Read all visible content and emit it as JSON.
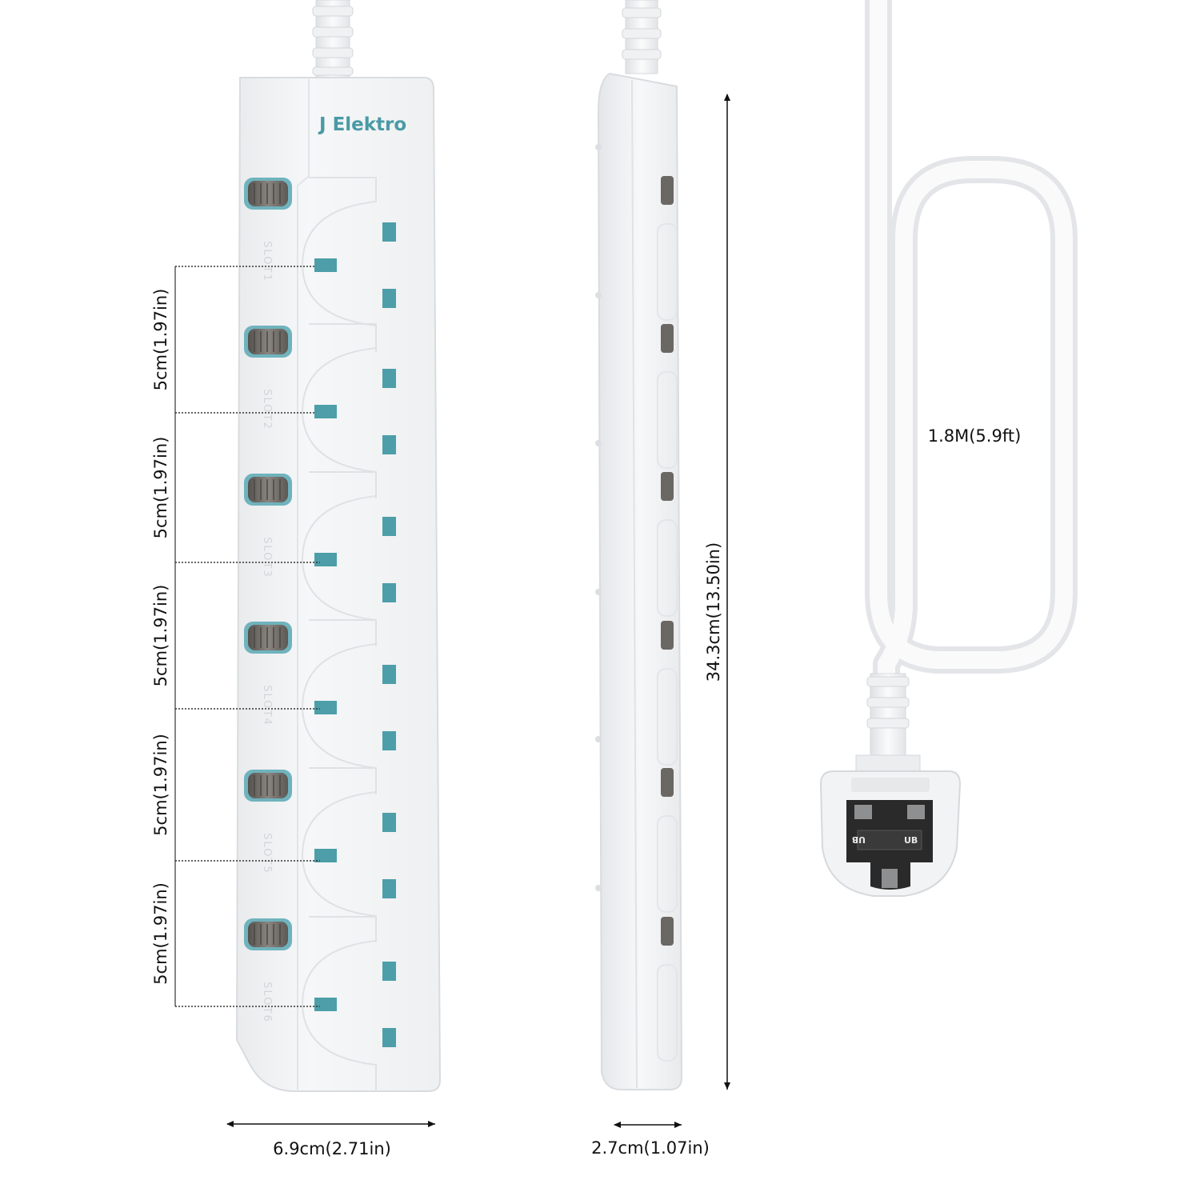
{
  "brand": {
    "name": "J Elektro"
  },
  "colors": {
    "accent": "#4a9aa6",
    "pin": "#4d9ea8",
    "housing": "#f1f2f3",
    "housing_edge": "#dcdfe2",
    "switch_dark": "#6e6a66",
    "plug_face": "#2a2a2a"
  },
  "sockets": [
    {
      "id": 1,
      "label": "SLOT1"
    },
    {
      "id": 2,
      "label": "SLOT2"
    },
    {
      "id": 3,
      "label": "SLOT3"
    },
    {
      "id": 4,
      "label": "SLOT4"
    },
    {
      "id": 5,
      "label": "SLOT5"
    },
    {
      "id": 6,
      "label": "SLOT6"
    }
  ],
  "dimensions": {
    "spacing": [
      "5cm(1.97in)",
      "5cm(1.97in)",
      "5cm(1.97in)",
      "5cm(1.97in)",
      "5cm(1.97in)"
    ],
    "width": "6.9cm(2.71in)",
    "depth": "2.7cm(1.07in)",
    "length": "34.3cm(13.50in)",
    "cable": "1.8M(5.9ft)"
  },
  "plug": {
    "marking": "UB"
  }
}
